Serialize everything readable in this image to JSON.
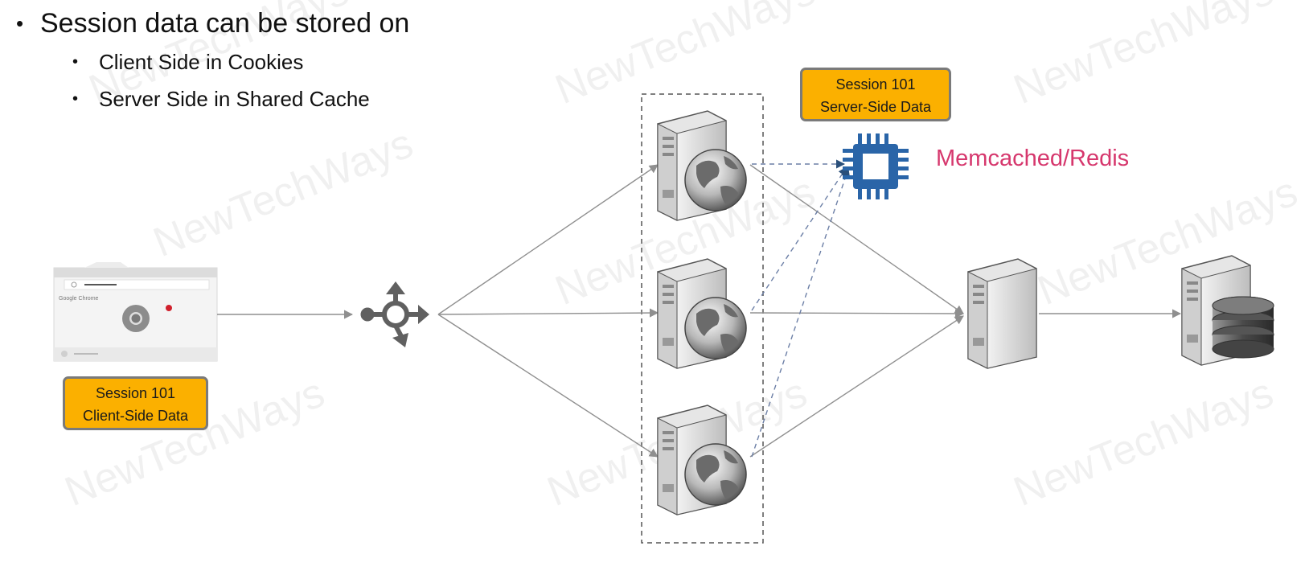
{
  "bullets": {
    "heading": "Session data can be stored on",
    "items": [
      "Client Side in Cookies",
      "Server Side in Shared Cache"
    ]
  },
  "client_session": {
    "line1": "Session 101",
    "line2": "Client-Side Data"
  },
  "server_session": {
    "line1": "Session 101",
    "line2": "Server-Side Data"
  },
  "cache_label": "Memcached/Redis",
  "browser": {
    "label": "Google Chrome"
  },
  "watermark": "NewTechWays",
  "colors": {
    "session_fill": "#fbb000",
    "session_border": "#7a7a7a",
    "cache_label": "#d6376d",
    "cache_chip": "#2a65a8",
    "arrow": "#8f8f8f",
    "dashed_link": "#6c7fa6",
    "server_body": "#d9d9d9"
  },
  "icons": [
    "browser-icon",
    "load-balancer-icon",
    "web-server-icon",
    "chip-icon",
    "app-server-icon",
    "database-server-icon"
  ]
}
